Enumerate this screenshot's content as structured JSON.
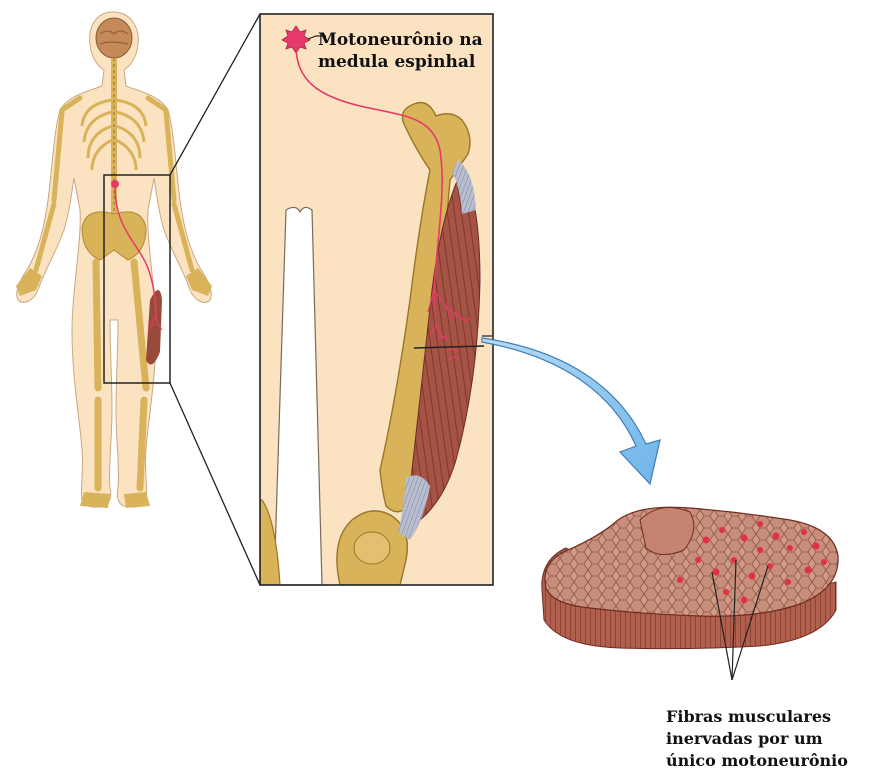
{
  "labels": {
    "motoneuron": [
      "Motoneurônio na",
      "medula espinhal"
    ],
    "fibers": [
      "Fibras musculares",
      "inervadas por um",
      "único motoneurônio"
    ]
  },
  "colors": {
    "skin": "#fbe3c2",
    "bone": "#d9b35a",
    "bone_dark": "#b08a30",
    "muscle": "#9a4a3a",
    "tendon": "#a8aec0",
    "nerve": "#e83a6a",
    "arrow": "#8ec6ee",
    "tissue": "#c88a78",
    "fiber_highlight": "#e0304a"
  }
}
